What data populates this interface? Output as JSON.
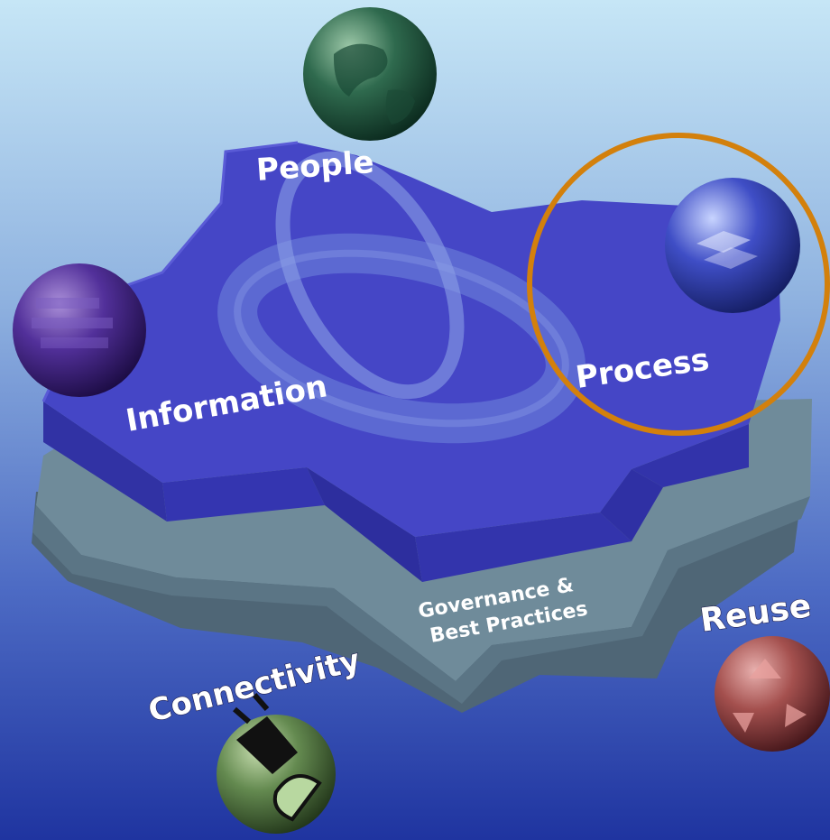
{
  "labels": {
    "people": "People",
    "information": "Information",
    "process": "Process",
    "governance_line1": "Governance &",
    "governance_line2": "Best Practices",
    "reuse": "Reuse",
    "connectivity": "Connectivity"
  },
  "colors": {
    "background_top": "#c4e4f4",
    "background_bottom": "#1f36a3",
    "top_layer": "#4344c4",
    "base_layer": "#6f8a99",
    "highlight_ring": "#d3800c"
  },
  "icons": {
    "people": "green-globe-icon",
    "information": "purple-data-sphere-icon",
    "process": "blue-process-sphere-icon",
    "reuse": "recycle-sphere-icon",
    "connectivity": "plug-sphere-icon"
  }
}
